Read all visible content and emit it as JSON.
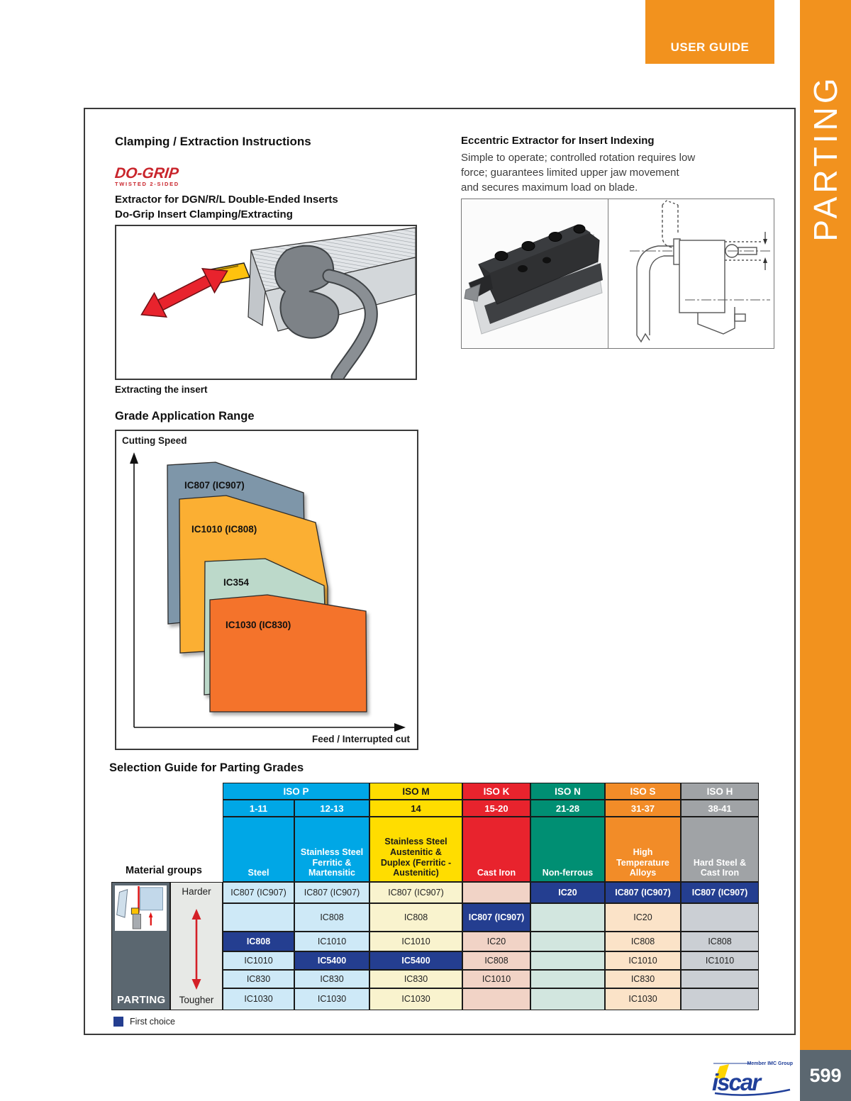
{
  "page": {
    "banner": "USER GUIDE",
    "sidebar": "PARTING",
    "page_number": "599",
    "brand": {
      "wordmark": "iscar",
      "member": "Member IMC Group"
    },
    "accent_orange": "#F2921E",
    "slate": "#5B6770"
  },
  "clamping": {
    "title": "Clamping / Extraction Instructions",
    "logo": {
      "name": "DO-GRIP",
      "tagline": "TWISTED 2-SIDED"
    },
    "line1": "Extractor for DGN/R/L Double-Ended Inserts",
    "line2": "Do-Grip Insert Clamping/Extracting",
    "caption": "Extracting the insert"
  },
  "eccentric": {
    "title": "Eccentric Extractor for Insert Indexing",
    "body1": "Simple to operate; controlled rotation requires low",
    "body2": "force; guarantees limited upper jaw movement",
    "body3": "and secures maximum load on blade."
  },
  "grade_chart": {
    "title": "Grade Application Range",
    "ylabel": "Cutting Speed",
    "xlabel": "Feed / Interrupted cut",
    "labels": {
      "s1": "IC807 (IC907)",
      "s2": "IC1010 (IC808)",
      "s3": "IC354",
      "s4": "IC1030 (IC830)"
    }
  },
  "chart_data": {
    "type": "area",
    "title": "Grade Application Range",
    "xlabel": "Feed / Interrupted cut",
    "ylabel": "Cutting Speed",
    "grid": false,
    "legend_position": "on-shape",
    "series": [
      {
        "name": "IC807 (IC907)",
        "color": "#7E96A9",
        "cutting_speed_rank": 4,
        "feed_rank": 1
      },
      {
        "name": "IC1010 (IC808)",
        "color": "#FBAF33",
        "cutting_speed_rank": 3,
        "feed_rank": 2
      },
      {
        "name": "IC354",
        "color": "#BCD9CA",
        "cutting_speed_rank": 2,
        "feed_rank": 3
      },
      {
        "name": "IC1030 (IC830)",
        "color": "#F4732B",
        "cutting_speed_rank": 1,
        "feed_rank": 4
      }
    ]
  },
  "selection_table": {
    "title": "Selection Guide for Parting Grades",
    "material_groups_label": "Material groups",
    "harder": "Harder",
    "tougher": "Tougher",
    "corner_label": "PARTING",
    "first_choice_label": "First choice",
    "first_choice_color": "#243E90",
    "iso_groups": [
      {
        "label": "ISO P",
        "span": 2,
        "color": "#00A7E6",
        "text": "#FFFFFF"
      },
      {
        "label": "ISO M",
        "span": 1,
        "color": "#FFDD00",
        "text": "#1A1A1A"
      },
      {
        "label": "ISO K",
        "span": 1,
        "color": "#E8232D",
        "text": "#FFFFFF"
      },
      {
        "label": "ISO N",
        "span": 1,
        "color": "#008F73",
        "text": "#FFFFFF"
      },
      {
        "label": "ISO S",
        "span": 1,
        "color": "#F28C28",
        "text": "#FFFFFF"
      },
      {
        "label": "ISO H",
        "span": 1,
        "color": "#A0A3A6",
        "text": "#FFFFFF"
      }
    ],
    "columns": [
      {
        "range": "1-11",
        "material": "Steel",
        "header_color": "#00A7E6",
        "header_text": "#FFFFFF",
        "body_color": "#CEE9F7",
        "cells": [
          {
            "t": "IC807 (IC907)"
          },
          null,
          {
            "t": "IC808",
            "first": true
          },
          {
            "t": "IC1010"
          },
          {
            "t": "IC830"
          },
          {
            "t": "IC1030"
          }
        ]
      },
      {
        "range": "12-13",
        "material": "Stainless Steel Ferritic & Martensitic",
        "header_color": "#00A7E6",
        "header_text": "#FFFFFF",
        "body_color": "#CEE9F7",
        "cells": [
          {
            "t": "IC807 (IC907)"
          },
          {
            "t": "IC808"
          },
          {
            "t": "IC1010"
          },
          {
            "t": "IC5400",
            "first": true
          },
          {
            "t": "IC830"
          },
          {
            "t": "IC1030"
          }
        ]
      },
      {
        "range": "14",
        "material": "Stainless Steel Austenitic & Duplex (Ferritic - Austenitic)",
        "header_color": "#FFDD00",
        "header_text": "#1A1A1A",
        "body_color": "#F9F3CE",
        "cells": [
          {
            "t": "IC807 (IC907)"
          },
          {
            "t": "IC808"
          },
          {
            "t": "IC1010"
          },
          {
            "t": "IC5400",
            "first": true
          },
          {
            "t": "IC830"
          },
          {
            "t": "IC1030"
          }
        ]
      },
      {
        "range": "15-20",
        "material": "Cast Iron",
        "header_color": "#E8232D",
        "header_text": "#FFFFFF",
        "body_color": "#F1D3C6",
        "cells": [
          null,
          {
            "t": "IC807 (IC907)",
            "first": true
          },
          {
            "t": "IC20"
          },
          {
            "t": "IC808"
          },
          {
            "t": "IC1010"
          },
          null
        ]
      },
      {
        "range": "21-28",
        "material": "Non-ferrous",
        "header_color": "#008F73",
        "header_text": "#FFFFFF",
        "body_color": "#D2E6DF",
        "cells": [
          {
            "t": "IC20",
            "first": true
          },
          null,
          null,
          null,
          null,
          null
        ]
      },
      {
        "range": "31-37",
        "material": "High Temperature Alloys",
        "header_color": "#F28C28",
        "header_text": "#FFFFFF",
        "body_color": "#FBE3C8",
        "cells": [
          {
            "t": "IC807 (IC907)",
            "first": true
          },
          {
            "t": "IC20"
          },
          {
            "t": "IC808"
          },
          {
            "t": "IC1010"
          },
          {
            "t": "IC830"
          },
          {
            "t": "IC1030"
          }
        ]
      },
      {
        "range": "38-41",
        "material": "Hard Steel & Cast Iron",
        "header_color": "#A0A3A6",
        "header_text": "#FFFFFF",
        "body_color": "#CBCFD4",
        "cells": [
          {
            "t": "IC807 (IC907)",
            "first": true
          },
          null,
          {
            "t": "IC808"
          },
          {
            "t": "IC1010"
          },
          null,
          null
        ]
      }
    ]
  }
}
